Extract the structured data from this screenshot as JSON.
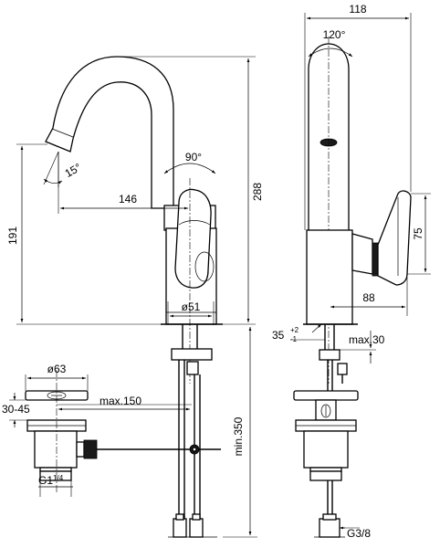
{
  "dimensions": {
    "width_118": "118",
    "angle_120": "120°",
    "angle_90": "90°",
    "angle_15": "15°",
    "length_146": "146",
    "height_288": "288",
    "height_191": "191",
    "diam_51": "ø51",
    "depth_75": "75",
    "depth_88": "88",
    "angle_35": "35",
    "tol_plus": "+2",
    "tol_minus": "-1",
    "max_30": "max.30",
    "diam_63": "ø63",
    "range_30_45": "30-45",
    "max_150": "max.150",
    "min_350": "min.350",
    "thread_g114_main": "G1",
    "thread_g114_frac": "1/4",
    "thread_g38": "G3/8"
  }
}
